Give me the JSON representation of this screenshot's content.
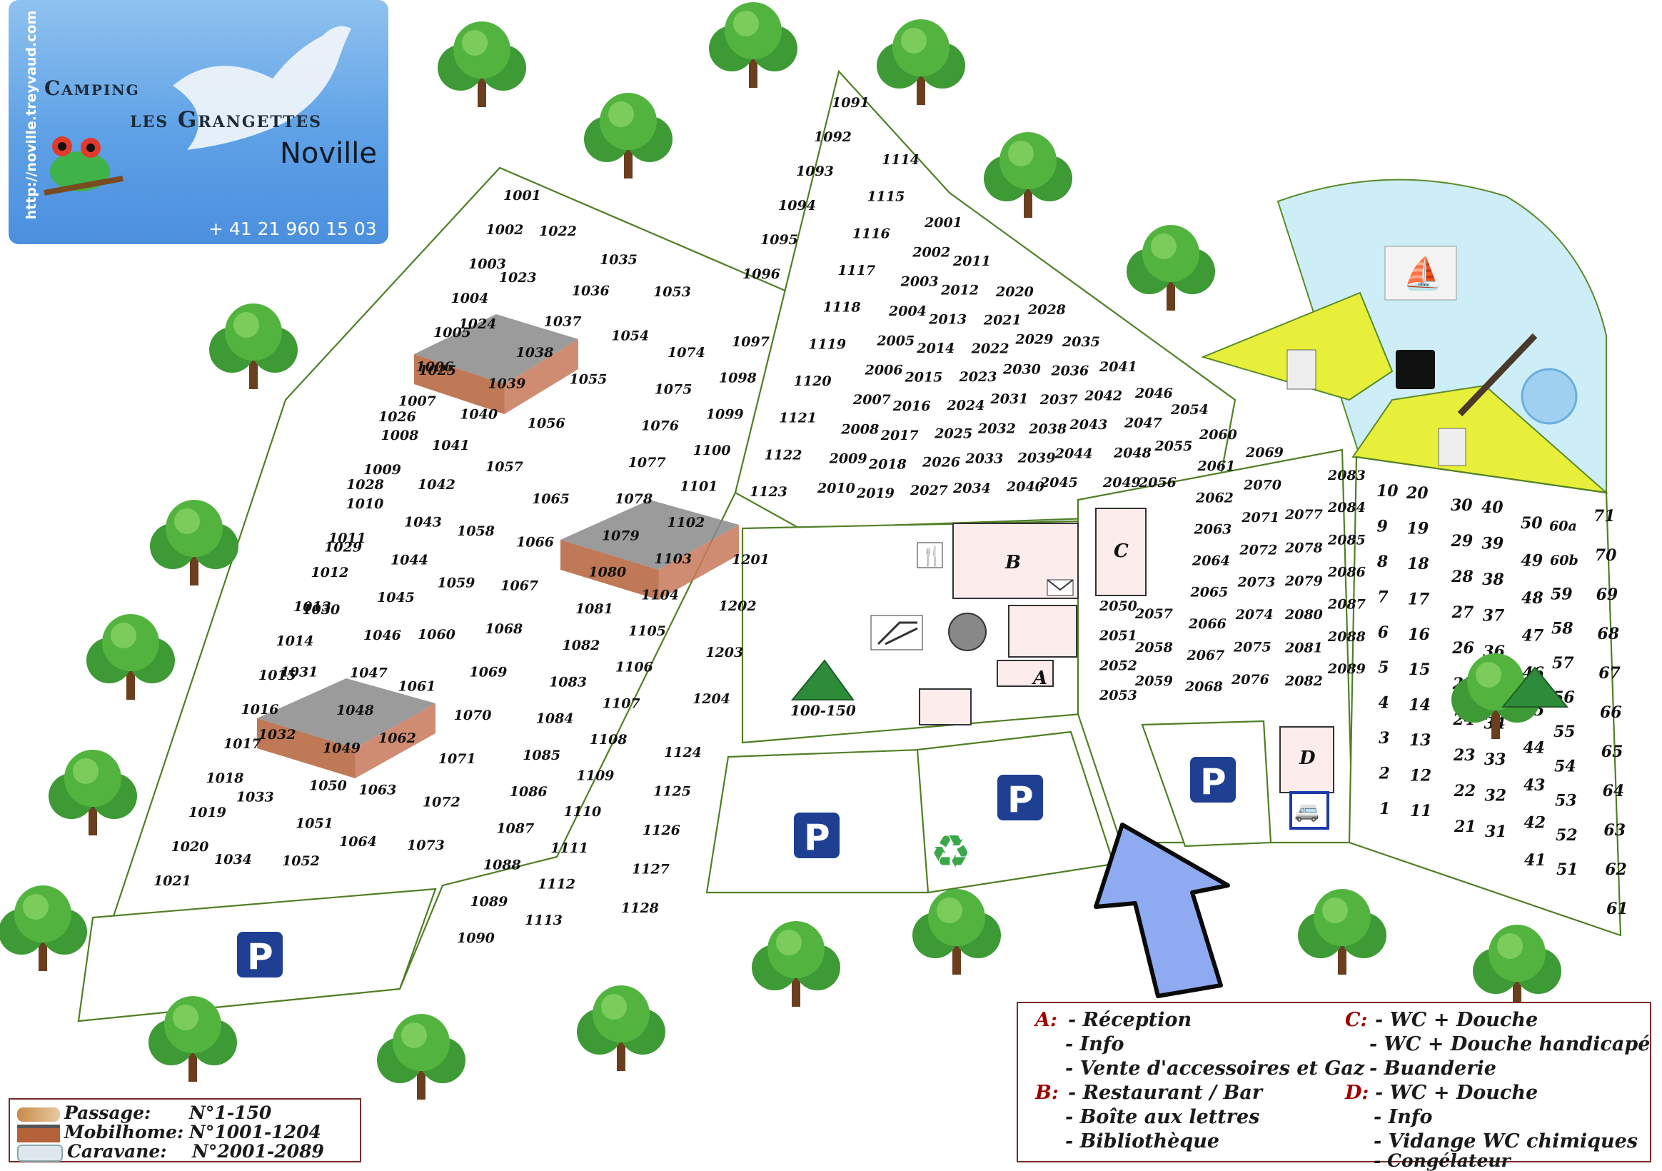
{
  "header": {
    "url": "http://noville.treyvaud.com",
    "title_line1": "Camping",
    "title_line2": "les Grangettes",
    "title_line3": "Noville",
    "phone": "+ 41 21 960 15 03"
  },
  "facilities": {
    "label_a": "A",
    "label_b": "B",
    "label_c": "C",
    "label_d": "D",
    "tent_area": "100-150"
  },
  "legend": {
    "rows": [
      {
        "label": "Passage:",
        "range": "N°1-150"
      },
      {
        "label": "Mobilhome:",
        "range": "N°1001-1204"
      },
      {
        "label": "Caravane:",
        "range": "N°2001-2089"
      }
    ]
  },
  "key": {
    "a_letter": "A:",
    "a_items": [
      "- Réception",
      "- Info",
      "- Vente d'accessoires et Gaz"
    ],
    "b_letter": "B:",
    "b_items": [
      "- Restaurant / Bar",
      "- Boîte aux lettres",
      "- Bibliothèque"
    ],
    "c_letter": "C:",
    "c_items": [
      "- WC + Douche",
      "- WC + Douche handicapé",
      "- Buanderie"
    ],
    "d_letter": "D:",
    "d_items": [
      "- WC + Douche",
      "- Info",
      "- Vidange WC chimiques",
      "- Congélateur"
    ]
  },
  "parking_symbol": "P",
  "plots": [
    "1001",
    "1002",
    "1003",
    "1004",
    "1005",
    "1006",
    "1007",
    "1008",
    "1009",
    "1010",
    "1011",
    "1012",
    "1013",
    "1014",
    "1015",
    "1016",
    "1017",
    "1018",
    "1019",
    "1020",
    "1021",
    "1022",
    "1023",
    "1024",
    "1025",
    "1026",
    "1028",
    "1029",
    "1030",
    "1031",
    "1032",
    "1033",
    "1034",
    "1035",
    "1036",
    "1037",
    "1038",
    "1039",
    "1040",
    "1041",
    "1042",
    "1043",
    "1044",
    "1045",
    "1046",
    "1047",
    "1048",
    "1049",
    "1050",
    "1051",
    "1052",
    "1053",
    "1054",
    "1055",
    "1056",
    "1057",
    "1058",
    "1059",
    "1060",
    "1061",
    "1062",
    "1063",
    "1064",
    "1065",
    "1066",
    "1067",
    "1068",
    "1069",
    "1070",
    "1071",
    "1072",
    "1073",
    "1074",
    "1075",
    "1076",
    "1077",
    "1078",
    "1079",
    "1080",
    "1081",
    "1082",
    "1083",
    "1084",
    "1085",
    "1086",
    "1087",
    "1088",
    "1089",
    "1090",
    "1091",
    "1092",
    "1093",
    "1094",
    "1095",
    "1096",
    "1097",
    "1098",
    "1099",
    "1100",
    "1101",
    "1102",
    "1103",
    "1104",
    "1105",
    "1106",
    "1107",
    "1108",
    "1109",
    "1110",
    "1111",
    "1112",
    "1113",
    "1114",
    "1115",
    "1116",
    "1117",
    "1118",
    "1119",
    "1120",
    "1121",
    "1122",
    "1123",
    "1124",
    "1125",
    "1126",
    "1127",
    "1128",
    "1201",
    "1202",
    "1203",
    "1204",
    "2001",
    "2002",
    "2003",
    "2004",
    "2005",
    "2006",
    "2007",
    "2008",
    "2009",
    "2010",
    "2011",
    "2012",
    "2013",
    "2014",
    "2015",
    "2016",
    "2017",
    "2018",
    "2019",
    "2020",
    "2021",
    "2022",
    "2023",
    "2024",
    "2025",
    "2026",
    "2027",
    "2028",
    "2029",
    "2030",
    "2031",
    "2032",
    "2033",
    "2034",
    "2035",
    "2036",
    "2037",
    "2038",
    "2039",
    "2040",
    "2041",
    "2042",
    "2043",
    "2044",
    "2045",
    "2046",
    "2047",
    "2048",
    "2049",
    "2054",
    "2055",
    "2056",
    "2050",
    "2051",
    "2052",
    "2053",
    "2057",
    "2058",
    "2059",
    "2060",
    "2061",
    "2062",
    "2063",
    "2064",
    "2065",
    "2066",
    "2067",
    "2068",
    "2069",
    "2070",
    "2071",
    "2072",
    "2073",
    "2074",
    "2075",
    "2076",
    "2077",
    "2078",
    "2079",
    "2080",
    "2081",
    "2082",
    "2083",
    "2084",
    "2085",
    "2086",
    "2087",
    "2088",
    "2089",
    "1",
    "2",
    "3",
    "4",
    "5",
    "6",
    "7",
    "8",
    "9",
    "10",
    "11",
    "12",
    "13",
    "14",
    "15",
    "16",
    "17",
    "18",
    "19",
    "20",
    "21",
    "22",
    "23",
    "24",
    "25",
    "26",
    "27",
    "28",
    "29",
    "30",
    "31",
    "32",
    "33",
    "34",
    "35",
    "36",
    "37",
    "38",
    "39",
    "40",
    "41",
    "42",
    "43",
    "44",
    "45",
    "46",
    "47",
    "48",
    "49",
    "50",
    "51",
    "52",
    "53",
    "54",
    "55",
    "56",
    "57",
    "58",
    "59",
    "60a",
    "60b",
    "61",
    "62",
    "63",
    "64",
    "65",
    "66",
    "67",
    "68",
    "69",
    "70",
    "71"
  ]
}
